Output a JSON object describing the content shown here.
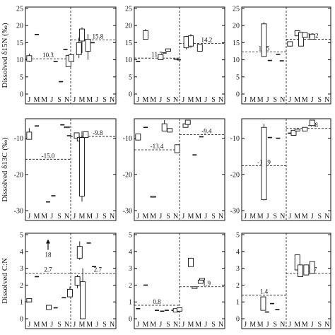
{
  "chart_data": [
    {
      "type": "box",
      "row_ylabel": "Dissolved δ15N (‰)",
      "ylim": [
        0,
        25
      ],
      "yticks": [
        "0",
        "5",
        "10",
        "15",
        "20",
        "25"
      ],
      "months": [
        "J",
        "M",
        "M",
        "J",
        "S",
        "N",
        "J",
        "M",
        "M",
        "J",
        "S",
        "N"
      ],
      "hline_left": {
        "y": 10.3,
        "label": "10.3"
      },
      "hline_right": {
        "y": 15.8,
        "label": "15.8"
      },
      "marks": [
        {
          "x": 0,
          "low": 9.6,
          "high": 11.2,
          "whisk_low": 9.4,
          "whisk_high": 11.8
        },
        {
          "x": 1,
          "y": 17.4
        },
        {
          "x": 3.5,
          "y": 9.5
        },
        {
          "x": 4.2,
          "y": 3.6
        },
        {
          "x": 4.8,
          "y": 13.0
        },
        {
          "x": 5.2,
          "low": 8.0,
          "high": 11.3
        },
        {
          "x": 5.6,
          "low": 9.5,
          "high": 11.5
        },
        {
          "x": 6.6,
          "low": 11.5,
          "high": 15.0,
          "whisk_low": 10.5,
          "whisk_high": 16.5
        },
        {
          "x": 7.0,
          "low": 15.5,
          "high": 19.0,
          "whisk_low": 12.0,
          "whisk_high": 19.5
        },
        {
          "x": 7.8,
          "low": 12.5,
          "high": 16.0,
          "whisk_low": 10.0,
          "whisk_high": 17.5
        },
        {
          "x": 8.4,
          "y": 15.0
        }
      ]
    },
    {
      "type": "box",
      "ylim": [
        0,
        25
      ],
      "yticks": [
        "0",
        "5",
        "10",
        "15",
        "20",
        "25"
      ],
      "months": [
        "J",
        "M",
        "M",
        "J",
        "S",
        "N",
        "J",
        "M",
        "M",
        "J",
        "S",
        "N"
      ],
      "hline_left": {
        "y": 10.5,
        "label": "11.7"
      },
      "hline_right": {
        "y": 14.8,
        "label": "14.2"
      },
      "marks": [
        {
          "x": 0,
          "y": 9.5
        },
        {
          "x": 1,
          "low": 16.0,
          "high": 18.5,
          "whisk_low": 16.0,
          "whisk_high": 19.0
        },
        {
          "x": 3.0,
          "low": 10.0,
          "high": 11.5
        },
        {
          "x": 3.5,
          "y": 12.0
        },
        {
          "x": 4.0,
          "low": 12.5,
          "high": 13.2
        },
        {
          "x": 5.0,
          "y": 10.2
        },
        {
          "x": 5.4,
          "y": 10.0
        },
        {
          "x": 6.4,
          "low": 13.5,
          "high": 16.8,
          "whisk_low": 13.0,
          "whisk_high": 17.0
        },
        {
          "x": 7.0,
          "low": 14.0,
          "high": 17.0,
          "whisk_low": 13.5,
          "whisk_high": 17.5
        },
        {
          "x": 8.2,
          "low": 12.5,
          "high": 14.5
        }
      ]
    },
    {
      "type": "box",
      "ylim": [
        0,
        25
      ],
      "yticks": [
        "0",
        "5",
        "10",
        "15",
        "20",
        "25"
      ],
      "months": [
        "J",
        "M",
        "M",
        "J",
        "S",
        "N",
        "J",
        "M",
        "M",
        "J",
        "S",
        "N"
      ],
      "hline_left": {
        "y": 12.3,
        "label": "12.5"
      },
      "hline_right": {
        "y": 16.0,
        "label": "16.2"
      },
      "marks": [
        {
          "x": 2.5,
          "low": 11.0,
          "high": 20.5,
          "whisk_low": 11.0,
          "whisk_high": 21.0
        },
        {
          "x": 3.3,
          "y": 9.8
        },
        {
          "x": 4.4,
          "y": 11.6
        },
        {
          "x": 4.9,
          "y": 9.7
        },
        {
          "x": 6.0,
          "low": 14.0,
          "high": 15.3
        },
        {
          "x": 7.0,
          "low": 17.0,
          "high": 18.5
        },
        {
          "x": 7.5,
          "low": 14.0,
          "high": 18.0
        },
        {
          "x": 8.0,
          "low": 16.5,
          "high": 18.0
        },
        {
          "x": 9.0,
          "low": 16.0,
          "high": 17.5
        }
      ]
    },
    {
      "type": "box",
      "row_ylabel": "Dissolved δ13C (‰)",
      "ylim": [
        -30,
        -5
      ],
      "yticks": [
        "-30",
        "-20",
        "-10"
      ],
      "months": [
        "J",
        "M",
        "M",
        "J",
        "S",
        "N",
        "J",
        "M",
        "M",
        "J",
        "S",
        "N"
      ],
      "hline_left": {
        "y": -15.8,
        "label": "-15.0"
      },
      "hline_right": {
        "y": -9.5,
        "label": "-9.8"
      },
      "marks": [
        {
          "x": 0,
          "low": -10.3,
          "high": -8.3,
          "whisk_low": -10.3,
          "whisk_high": -7.2
        },
        {
          "x": 1,
          "y": -6.6
        },
        {
          "x": 2.5,
          "y": -27.6
        },
        {
          "x": 3.2,
          "y": -25.9
        },
        {
          "x": 4.4,
          "y": -6.3
        },
        {
          "x": 5.0,
          "low": -7.0,
          "high": -6.8
        },
        {
          "x": 5.3,
          "y": -9.3
        },
        {
          "x": 6.3,
          "low": -10.0,
          "high": -8.5
        },
        {
          "x": 6.7,
          "low": -10.8,
          "high": -9.8
        },
        {
          "x": 7.0,
          "low": -26.0,
          "high": -9.8,
          "whisk_low": -27.5,
          "whisk_high": -8.0
        },
        {
          "x": 7.5,
          "low": -9.8,
          "high": -8.2
        }
      ]
    },
    {
      "type": "box",
      "ylim": [
        -30,
        -5
      ],
      "yticks": [
        "-30",
        "-20",
        "-10"
      ],
      "months": [
        "J",
        "M",
        "M",
        "J",
        "S",
        "N",
        "J",
        "M",
        "M",
        "J",
        "S",
        "N"
      ],
      "hline_left": {
        "y": -13.2,
        "label": "-13.4"
      },
      "hline_right": {
        "y": -9.0,
        "label": "-9.4"
      },
      "marks": [
        {
          "x": 0,
          "low": -10.5,
          "high": -8.8
        },
        {
          "x": 1,
          "y": -7.0
        },
        {
          "x": 2.0,
          "low": -26.3,
          "high": -26.0
        },
        {
          "x": 3.5,
          "low": -8.0,
          "high": -6.0,
          "whisk_low": -8.0,
          "whisk_high": -5.0
        },
        {
          "x": 4.2,
          "low": -8.3,
          "high": -7.3
        },
        {
          "x": 5.2,
          "low": -14.0,
          "high": -11.8
        },
        {
          "x": 6.3,
          "low": -7.0,
          "high": -6.0
        },
        {
          "x": 6.6,
          "low": -6.2,
          "high": -5.0
        },
        {
          "x": 7.5,
          "y": -14.6
        },
        {
          "x": 8.4,
          "y": -9.6
        }
      ]
    },
    {
      "type": "box",
      "ylim": [
        -30,
        -5
      ],
      "yticks": [
        "-30",
        "-20",
        "-10"
      ],
      "months": [
        "J",
        "M",
        "M",
        "J",
        "S",
        "N",
        "J",
        "M",
        "M",
        "J",
        "S",
        "N"
      ],
      "hline_left": {
        "y": -17.6,
        "label": "-17.9"
      },
      "hline_right": {
        "y": -7.3,
        "label": "-7.8"
      },
      "marks": [
        {
          "x": 2.5,
          "low": -27.0,
          "high": -7.0,
          "whisk_low": -27.2,
          "whisk_high": -6.0
        },
        {
          "x": 3.3,
          "y": -9.8
        },
        {
          "x": 4.4,
          "y": -10.0
        },
        {
          "x": 6.0,
          "y": -8.6
        },
        {
          "x": 6.5,
          "low": -9.2,
          "high": -7.8
        },
        {
          "x": 7.0,
          "low": -8.0,
          "high": -7.5
        },
        {
          "x": 8.0,
          "low": -8.0,
          "high": -7.0
        },
        {
          "x": 9.0,
          "low": -6.5,
          "high": -5.0
        }
      ]
    },
    {
      "type": "box",
      "row_ylabel": "Dissolved C:N",
      "ylim": [
        0,
        5
      ],
      "yticks": [
        "0",
        "1",
        "2",
        "3",
        "4",
        "5"
      ],
      "months": [
        "J",
        "M",
        "M",
        "J",
        "S",
        "N",
        "J",
        "M",
        "M",
        "J",
        "S",
        "N"
      ],
      "hline_left": {
        "y": 2.7,
        "label": "2.7"
      },
      "hline_right": {
        "y": 2.7,
        "label": "2.7"
      },
      "arrow": {
        "x": 2.5,
        "y": 4.6,
        "label": "18"
      },
      "marks": [
        {
          "x": 0,
          "low": 1.0,
          "high": 1.2
        },
        {
          "x": 1,
          "y": 2.5
        },
        {
          "x": 2.6,
          "low": 0.55,
          "high": 0.8
        },
        {
          "x": 3.5,
          "y": 0.65
        },
        {
          "x": 4.6,
          "y": 1.25
        },
        {
          "x": 5.4,
          "low": 1.3,
          "high": 1.75,
          "whisk_low": 1.3,
          "whisk_high": 1.9
        },
        {
          "x": 6.4,
          "low": 2.0,
          "high": 2.5,
          "whisk_low": 1.8,
          "whisk_high": 2.6
        },
        {
          "x": 6.7,
          "low": 3.6,
          "high": 4.3,
          "whisk_low": 3.5,
          "whisk_high": 4.6
        },
        {
          "x": 7.1,
          "low": 0.0,
          "high": 2.2,
          "whisk_low": 0.0,
          "whisk_high": 3.0
        },
        {
          "x": 7.9,
          "y": 4.5
        },
        {
          "x": 8.6,
          "y": 3.1
        }
      ]
    },
    {
      "type": "box",
      "ylim": [
        0,
        5
      ],
      "yticks": [
        "0",
        "1",
        "2",
        "3",
        "4",
        "5"
      ],
      "months": [
        "J",
        "M",
        "M",
        "J",
        "S",
        "N",
        "J",
        "M",
        "M",
        "J",
        "S",
        "N"
      ],
      "hline_left": {
        "y": 0.8,
        "label": "0.8"
      },
      "hline_right": {
        "y": 1.9,
        "label": "1.9"
      },
      "marks": [
        {
          "x": 0,
          "y": 0.6
        },
        {
          "x": 1,
          "y": 2.0
        },
        {
          "x": 2.5,
          "y": 0.5
        },
        {
          "x": 3.2,
          "y": 0.45
        },
        {
          "x": 3.8,
          "y": 0.5
        },
        {
          "x": 4.7,
          "y": 0.5
        },
        {
          "x": 5.0,
          "low": 0.4,
          "high": 0.6
        },
        {
          "x": 5.5,
          "low": 0.45,
          "high": 0.65
        },
        {
          "x": 7.0,
          "low": 3.1,
          "high": 3.6
        },
        {
          "x": 7.5,
          "low": 1.8,
          "high": 1.9
        },
        {
          "x": 8.3,
          "low": 2.1,
          "high": 2.3
        },
        {
          "x": 8.5,
          "low": 2.3,
          "high": 2.4
        }
      ]
    },
    {
      "type": "box",
      "ylim": [
        0,
        5
      ],
      "yticks": [
        "0",
        "1",
        "2",
        "3",
        "4",
        "5"
      ],
      "months": [
        "J",
        "M",
        "M",
        "J",
        "S",
        "N",
        "J",
        "M",
        "M",
        "J",
        "S",
        "N"
      ],
      "hline_left": {
        "y": 1.4,
        "label": "1.4"
      },
      "hline_right": {
        "y": 2.7,
        "label": "2.7"
      },
      "marks": [
        {
          "x": 2.4,
          "low": 0.5,
          "high": 1.3
        },
        {
          "x": 2.9,
          "y": 0.4
        },
        {
          "x": 3.6,
          "y": 0.9
        },
        {
          "x": 4.3,
          "y": 0.55
        },
        {
          "x": 7.0,
          "low": 2.9,
          "high": 3.8
        },
        {
          "x": 7.4,
          "low": 2.5,
          "high": 3.2
        },
        {
          "x": 8.2,
          "low": 2.6,
          "high": 3.2
        },
        {
          "x": 9.0,
          "low": 2.7,
          "high": 3.4
        }
      ]
    }
  ]
}
